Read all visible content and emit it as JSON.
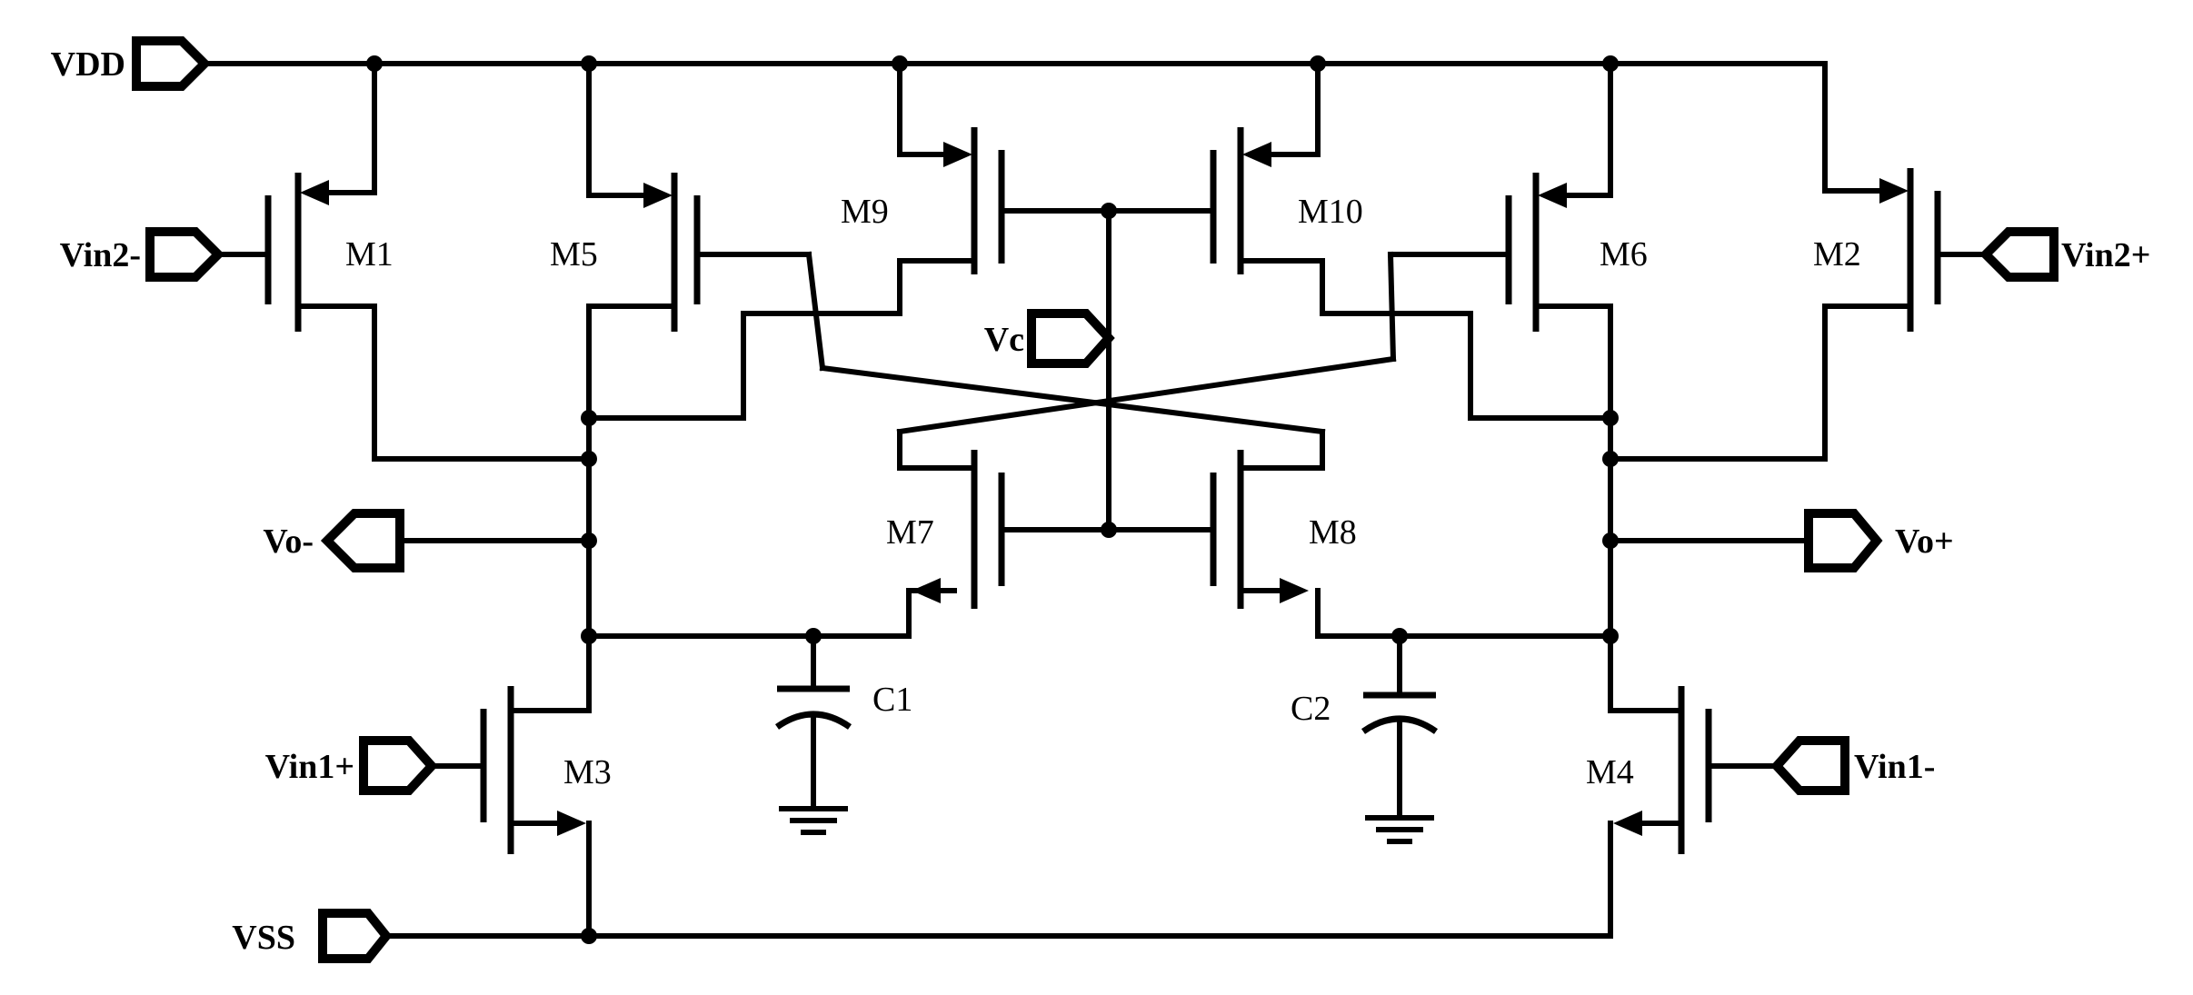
{
  "ports": {
    "vdd": "VDD",
    "vin2_minus": "Vin2-",
    "vin2_plus": "Vin2+",
    "vc": "Vc",
    "vo_minus": "Vo-",
    "vo_plus": "Vo+",
    "vin1_plus": "Vin1+",
    "vin1_minus": "Vin1-",
    "vss": "VSS"
  },
  "devices": {
    "m1": "M1",
    "m2": "M2",
    "m3": "M3",
    "m4": "M4",
    "m5": "M5",
    "m6": "M6",
    "m7": "M7",
    "m8": "M8",
    "m9": "M9",
    "m10": "M10",
    "c1": "C1",
    "c2": "C2"
  }
}
